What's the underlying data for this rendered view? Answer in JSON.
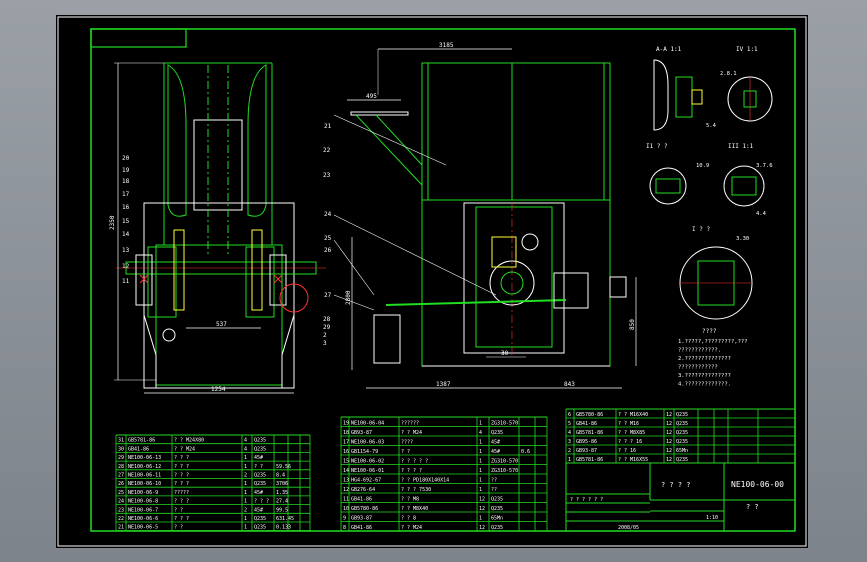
{
  "drawing": {
    "number": "NE100-06-00",
    "title_placeholder": "? ? ? ?",
    "scale_placeholder": "? ?",
    "colors": {
      "background": "#000000",
      "line": "#22dd22",
      "white": "#ffffff",
      "red": "#ff3333",
      "yellow": "#ffff33",
      "cyan": "#33e6e6"
    }
  },
  "views": {
    "front_width": "1254",
    "front_height": "2350",
    "front_inner": "537",
    "front_callouts": [
      "20",
      "19",
      "18",
      "17",
      "16",
      "15",
      "14",
      "13",
      "12",
      "11",
      "22",
      "23",
      "28",
      "29",
      "2",
      "3"
    ],
    "side_top_width": "3185",
    "side_hopper": "495",
    "side_height": "2800",
    "side_bottom_left": "1387",
    "side_bottom_right": "843",
    "side_right_height": "850",
    "side_small": "30",
    "side_callouts": [
      "21",
      "24",
      "25",
      "26",
      "27"
    ],
    "detail_labels": [
      "A-A 1:1",
      "IV 1:1",
      "I1 ? ?",
      "III 1:1",
      "I ? ?"
    ],
    "detail_dims": [
      "2.8.1",
      "5.4",
      "10.9",
      "3.7.6",
      "4.4",
      "3.30"
    ]
  },
  "notes": {
    "title": "????",
    "lines": [
      "1.?????,?????????,???",
      "   ????????????.",
      "2.??????????????",
      "   ????????????",
      "3.??????????????",
      "4.?????????????."
    ]
  },
  "bom_left": [
    {
      "no": "31",
      "code": "GB5781-86",
      "name": "?  ?   M24X80",
      "qty": "4",
      "mat": "Q235"
    },
    {
      "no": "30",
      "code": "GB41-86",
      "name": "?  ?   M24",
      "qty": "4",
      "mat": "Q235"
    },
    {
      "no": "29",
      "code": "NE100-06-13",
      "name": "?  ?  ?",
      "qty": "1",
      "mat": "45#"
    },
    {
      "no": "28",
      "code": "NE100-06-12",
      "name": "?  ?  ?",
      "qty": "1",
      "mat": "?  ?",
      "w": "59.56"
    },
    {
      "no": "27",
      "code": "NE100-06-11",
      "name": "?  ?  ?",
      "qty": "2",
      "mat": "Q235",
      "w": "8.4"
    },
    {
      "no": "26",
      "code": "NE100-06-10",
      "name": "?  ?  ?",
      "qty": "1",
      "mat": "Q235",
      "w": "3706"
    },
    {
      "no": "25",
      "code": "NE100-06-9",
      "name": "?????",
      "qty": "1",
      "mat": "45#",
      "w": "1.35"
    },
    {
      "no": "24",
      "code": "NE100-06-8",
      "name": "?  ?  ?",
      "qty": "1",
      "mat": "?  ?  ?",
      "w": "27.4"
    },
    {
      "no": "23",
      "code": "NE100-06-7",
      "name": "?  ?",
      "qty": "2",
      "mat": "45#",
      "w": "99.5"
    },
    {
      "no": "22",
      "code": "NE100-06-6",
      "name": "?  ?  ?",
      "qty": "1",
      "mat": "Q235",
      "w": "631.45"
    },
    {
      "no": "21",
      "code": "NE100-06-5",
      "name": "?  ?",
      "qty": "1",
      "mat": "Q235",
      "w": "0.133"
    }
  ],
  "bom_mid": [
    {
      "no": "19",
      "code": "NE100-06-04",
      "name": "??????",
      "qty": "1",
      "mat": "ZG310-570"
    },
    {
      "no": "18",
      "code": "GB93-87",
      "name": "?  ?   M24",
      "qty": "4",
      "mat": "Q235"
    },
    {
      "no": "17",
      "code": "NE100-06-03",
      "name": "????",
      "qty": "1",
      "mat": "45#"
    },
    {
      "no": "16",
      "code": "GB1154-79",
      "name": "?  ?",
      "qty": "1",
      "mat": "45#",
      "w": "0.6"
    },
    {
      "no": "15",
      "code": "NE100-06-02",
      "name": "? ? ? ? ?",
      "qty": "1",
      "mat": "ZG310-570"
    },
    {
      "no": "14",
      "code": "NE100-06-01",
      "name": "?  ?  ?  ?",
      "qty": "1",
      "mat": "ZG310-570"
    },
    {
      "no": "13",
      "code": "HG4-692-67",
      "name": "?  ?  PD180X140X14",
      "qty": "1",
      "mat": "??"
    },
    {
      "no": "12",
      "code": "GB276-64",
      "name": "?  ?  ?   7530",
      "qty": "1",
      "mat": "??"
    },
    {
      "no": "11",
      "code": "GB41-86",
      "name": "?  ?   M8",
      "qty": "12",
      "mat": "Q235"
    },
    {
      "no": "10",
      "code": "GB5780-86",
      "name": "?  ?   M8X40",
      "qty": "12",
      "mat": "Q235"
    },
    {
      "no": "9",
      "code": "GB93-87",
      "name": "?  ?   8",
      "qty": "1",
      "mat": "65Mn"
    },
    {
      "no": "8",
      "code": "GB41-86",
      "name": "?  ?   M24",
      "qty": "12",
      "mat": "Q235"
    }
  ],
  "bom_right": [
    {
      "no": "6",
      "code": "GB5780-86",
      "name": "?  ?   M16X40",
      "qty": "12",
      "mat": "Q235"
    },
    {
      "no": "5",
      "code": "GB41-86",
      "name": "?  ?   M16",
      "qty": "12",
      "mat": "Q235"
    },
    {
      "no": "4",
      "code": "GB5781-86",
      "name": "?  ?   M8X85",
      "qty": "12",
      "mat": "Q235"
    },
    {
      "no": "3",
      "code": "GB95-86",
      "name": "?  ?  ?  16",
      "qty": "12",
      "mat": "Q235"
    },
    {
      "no": "2",
      "code": "GB93-87",
      "name": "?  ?   16",
      "qty": "12",
      "mat": "65Mn"
    },
    {
      "no": "1",
      "code": "GB5781-86",
      "name": "?  ?   M16X55",
      "qty": "12",
      "mat": "Q235"
    }
  ],
  "title_block": {
    "small_row_1": "? ? ? ? ? ?",
    "small_row_2": "2008/05",
    "sheet": "1:10"
  }
}
